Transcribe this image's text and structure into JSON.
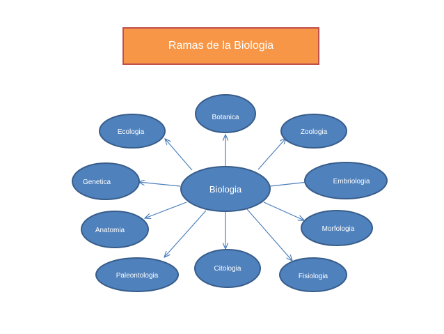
{
  "title": "Ramas de la Biologia",
  "center": {
    "label": "Biologia"
  },
  "branches": [
    {
      "id": "botanica",
      "label": "Botanica"
    },
    {
      "id": "zoologia",
      "label": "Zoologia"
    },
    {
      "id": "embriologia",
      "label": "Embriologia"
    },
    {
      "id": "morfologia",
      "label": "Morfologia"
    },
    {
      "id": "fisiologia",
      "label": "Fisiologia"
    },
    {
      "id": "citologia",
      "label": "Citologia"
    },
    {
      "id": "paleontologia",
      "label": "Paleontologia"
    },
    {
      "id": "anatomia",
      "label": "Anatomia"
    },
    {
      "id": "genetica",
      "label": "Genetica"
    },
    {
      "id": "ecologia",
      "label": "Ecologia"
    }
  ],
  "colors": {
    "node_fill": "#4f81bd",
    "node_stroke": "#385d8a",
    "title_fill": "#f79646",
    "title_stroke": "#c0504d"
  }
}
